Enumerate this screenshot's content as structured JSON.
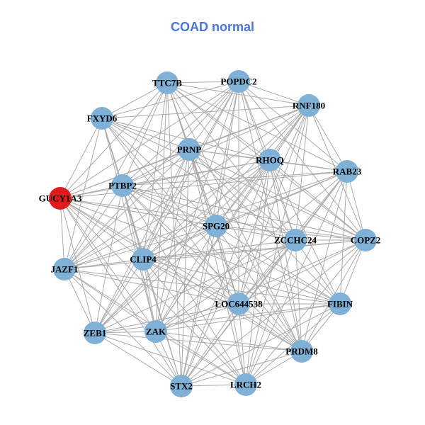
{
  "title": "COAD normal",
  "colors": {
    "title": "#4a76e2",
    "node": "#7fb0d6",
    "highlight_node": "#e01b1b",
    "edge": "#aaaaaa"
  },
  "nodes": [
    {
      "id": "TTC7B",
      "label": "TTC7B"
    },
    {
      "id": "POPDC2",
      "label": "POPDC2"
    },
    {
      "id": "RNF180",
      "label": "RNF180"
    },
    {
      "id": "FXYD6",
      "label": "FXYD6"
    },
    {
      "id": "PRNP",
      "label": "PRNP"
    },
    {
      "id": "RHOQ",
      "label": "RHOQ"
    },
    {
      "id": "RAB23",
      "label": "RAB23"
    },
    {
      "id": "PTBP2",
      "label": "PTBP2"
    },
    {
      "id": "GUCY1A3",
      "label": "GUCY1A3",
      "highlight": true
    },
    {
      "id": "SPG20",
      "label": "SPG20"
    },
    {
      "id": "ZCCHC24",
      "label": "ZCCHC24"
    },
    {
      "id": "COPZ2",
      "label": "COPZ2"
    },
    {
      "id": "CLIP4",
      "label": "CLIP4"
    },
    {
      "id": "JAZF1",
      "label": "JAZF1"
    },
    {
      "id": "LOC644538",
      "label": "LOC644538"
    },
    {
      "id": "FIBIN",
      "label": "FIBIN"
    },
    {
      "id": "ZEB1",
      "label": "ZEB1"
    },
    {
      "id": "ZAK",
      "label": "ZAK"
    },
    {
      "id": "PRDM8",
      "label": "PRDM8"
    },
    {
      "id": "STX2",
      "label": "STX2"
    },
    {
      "id": "LRCH2",
      "label": "LRCH2"
    }
  ],
  "edges": [
    [
      "GUCY1A3",
      "TTC7B"
    ],
    [
      "GUCY1A3",
      "POPDC2"
    ],
    [
      "GUCY1A3",
      "RNF180"
    ],
    [
      "GUCY1A3",
      "FXYD6"
    ],
    [
      "GUCY1A3",
      "PRNP"
    ],
    [
      "GUCY1A3",
      "RHOQ"
    ],
    [
      "GUCY1A3",
      "RAB23"
    ],
    [
      "GUCY1A3",
      "PTBP2"
    ],
    [
      "GUCY1A3",
      "SPG20"
    ],
    [
      "GUCY1A3",
      "ZCCHC24"
    ],
    [
      "GUCY1A3",
      "COPZ2"
    ],
    [
      "GUCY1A3",
      "CLIP4"
    ],
    [
      "GUCY1A3",
      "JAZF1"
    ],
    [
      "GUCY1A3",
      "LOC644538"
    ],
    [
      "GUCY1A3",
      "FIBIN"
    ],
    [
      "GUCY1A3",
      "ZEB1"
    ],
    [
      "GUCY1A3",
      "ZAK"
    ],
    [
      "GUCY1A3",
      "PRDM8"
    ],
    [
      "GUCY1A3",
      "STX2"
    ],
    [
      "GUCY1A3",
      "LRCH2"
    ],
    [
      "TTC7B",
      "POPDC2"
    ],
    [
      "TTC7B",
      "RNF180"
    ],
    [
      "TTC7B",
      "FXYD6"
    ],
    [
      "TTC7B",
      "PRNP"
    ],
    [
      "TTC7B",
      "RHOQ"
    ],
    [
      "TTC7B",
      "RAB23"
    ],
    [
      "TTC7B",
      "PTBP2"
    ],
    [
      "TTC7B",
      "SPG20"
    ],
    [
      "TTC7B",
      "ZCCHC24"
    ],
    [
      "TTC7B",
      "COPZ2"
    ],
    [
      "TTC7B",
      "CLIP4"
    ],
    [
      "TTC7B",
      "LOC644538"
    ],
    [
      "TTC7B",
      "ZAK"
    ],
    [
      "TTC7B",
      "PRDM8"
    ],
    [
      "TTC7B",
      "STX2"
    ],
    [
      "TTC7B",
      "JAZF1"
    ],
    [
      "POPDC2",
      "RNF180"
    ],
    [
      "POPDC2",
      "FXYD6"
    ],
    [
      "POPDC2",
      "PRNP"
    ],
    [
      "POPDC2",
      "RHOQ"
    ],
    [
      "POPDC2",
      "RAB23"
    ],
    [
      "POPDC2",
      "PTBP2"
    ],
    [
      "POPDC2",
      "SPG20"
    ],
    [
      "POPDC2",
      "ZCCHC24"
    ],
    [
      "POPDC2",
      "COPZ2"
    ],
    [
      "POPDC2",
      "CLIP4"
    ],
    [
      "POPDC2",
      "JAZF1"
    ],
    [
      "POPDC2",
      "LOC644538"
    ],
    [
      "POPDC2",
      "ZEB1"
    ],
    [
      "POPDC2",
      "ZAK"
    ],
    [
      "POPDC2",
      "PRDM8"
    ],
    [
      "POPDC2",
      "STX2"
    ],
    [
      "RNF180",
      "FXYD6"
    ],
    [
      "RNF180",
      "PRNP"
    ],
    [
      "RNF180",
      "RHOQ"
    ],
    [
      "RNF180",
      "RAB23"
    ],
    [
      "RNF180",
      "PTBP2"
    ],
    [
      "RNF180",
      "SPG20"
    ],
    [
      "RNF180",
      "ZCCHC24"
    ],
    [
      "RNF180",
      "COPZ2"
    ],
    [
      "RNF180",
      "CLIP4"
    ],
    [
      "RNF180",
      "LOC644538"
    ],
    [
      "RNF180",
      "ZEB1"
    ],
    [
      "RNF180",
      "ZAK"
    ],
    [
      "RNF180",
      "STX2"
    ],
    [
      "RNF180",
      "LRCH2"
    ],
    [
      "RNF180",
      "JAZF1"
    ],
    [
      "FXYD6",
      "PRNP"
    ],
    [
      "FXYD6",
      "RHOQ"
    ],
    [
      "FXYD6",
      "PTBP2"
    ],
    [
      "FXYD6",
      "SPG20"
    ],
    [
      "FXYD6",
      "ZCCHC24"
    ],
    [
      "FXYD6",
      "CLIP4"
    ],
    [
      "FXYD6",
      "LOC644538"
    ],
    [
      "FXYD6",
      "PRDM8"
    ],
    [
      "FXYD6",
      "ZAK"
    ],
    [
      "FXYD6",
      "COPZ2"
    ],
    [
      "FXYD6",
      "JAZF1"
    ],
    [
      "PRNP",
      "RHOQ"
    ],
    [
      "PRNP",
      "RAB23"
    ],
    [
      "PRNP",
      "PTBP2"
    ],
    [
      "PRNP",
      "SPG20"
    ],
    [
      "PRNP",
      "ZCCHC24"
    ],
    [
      "PRNP",
      "COPZ2"
    ],
    [
      "PRNP",
      "CLIP4"
    ],
    [
      "PRNP",
      "JAZF1"
    ],
    [
      "PRNP",
      "LOC644538"
    ],
    [
      "PRNP",
      "FIBIN"
    ],
    [
      "PRNP",
      "ZEB1"
    ],
    [
      "PRNP",
      "ZAK"
    ],
    [
      "PRNP",
      "PRDM8"
    ],
    [
      "PRNP",
      "STX2"
    ],
    [
      "PRNP",
      "LRCH2"
    ],
    [
      "RHOQ",
      "RAB23"
    ],
    [
      "RHOQ",
      "PTBP2"
    ],
    [
      "RHOQ",
      "SPG20"
    ],
    [
      "RHOQ",
      "ZCCHC24"
    ],
    [
      "RHOQ",
      "COPZ2"
    ],
    [
      "RHOQ",
      "CLIP4"
    ],
    [
      "RHOQ",
      "JAZF1"
    ],
    [
      "RHOQ",
      "LOC644538"
    ],
    [
      "RHOQ",
      "FIBIN"
    ],
    [
      "RHOQ",
      "ZEB1"
    ],
    [
      "RHOQ",
      "ZAK"
    ],
    [
      "RHOQ",
      "PRDM8"
    ],
    [
      "RHOQ",
      "STX2"
    ],
    [
      "RHOQ",
      "LRCH2"
    ],
    [
      "RAB23",
      "PTBP2"
    ],
    [
      "RAB23",
      "SPG20"
    ],
    [
      "RAB23",
      "ZCCHC24"
    ],
    [
      "RAB23",
      "COPZ2"
    ],
    [
      "RAB23",
      "CLIP4"
    ],
    [
      "RAB23",
      "LOC644538"
    ],
    [
      "RAB23",
      "FIBIN"
    ],
    [
      "RAB23",
      "ZAK"
    ],
    [
      "RAB23",
      "PRDM8"
    ],
    [
      "RAB23",
      "STX2"
    ],
    [
      "RAB23",
      "LRCH2"
    ],
    [
      "RAB23",
      "JAZF1"
    ],
    [
      "PTBP2",
      "SPG20"
    ],
    [
      "PTBP2",
      "ZCCHC24"
    ],
    [
      "PTBP2",
      "COPZ2"
    ],
    [
      "PTBP2",
      "CLIP4"
    ],
    [
      "PTBP2",
      "JAZF1"
    ],
    [
      "PTBP2",
      "LOC644538"
    ],
    [
      "PTBP2",
      "ZEB1"
    ],
    [
      "PTBP2",
      "ZAK"
    ],
    [
      "PTBP2",
      "PRDM8"
    ],
    [
      "PTBP2",
      "STX2"
    ],
    [
      "PTBP2",
      "LRCH2"
    ],
    [
      "PTBP2",
      "FIBIN"
    ],
    [
      "SPG20",
      "ZCCHC24"
    ],
    [
      "SPG20",
      "COPZ2"
    ],
    [
      "SPG20",
      "CLIP4"
    ],
    [
      "SPG20",
      "JAZF1"
    ],
    [
      "SPG20",
      "LOC644538"
    ],
    [
      "SPG20",
      "FIBIN"
    ],
    [
      "SPG20",
      "ZEB1"
    ],
    [
      "SPG20",
      "ZAK"
    ],
    [
      "SPG20",
      "PRDM8"
    ],
    [
      "SPG20",
      "STX2"
    ],
    [
      "SPG20",
      "LRCH2"
    ],
    [
      "ZCCHC24",
      "COPZ2"
    ],
    [
      "ZCCHC24",
      "CLIP4"
    ],
    [
      "ZCCHC24",
      "JAZF1"
    ],
    [
      "ZCCHC24",
      "LOC644538"
    ],
    [
      "ZCCHC24",
      "FIBIN"
    ],
    [
      "ZCCHC24",
      "ZEB1"
    ],
    [
      "ZCCHC24",
      "ZAK"
    ],
    [
      "ZCCHC24",
      "PRDM8"
    ],
    [
      "ZCCHC24",
      "STX2"
    ],
    [
      "ZCCHC24",
      "LRCH2"
    ],
    [
      "COPZ2",
      "CLIP4"
    ],
    [
      "COPZ2",
      "LOC644538"
    ],
    [
      "COPZ2",
      "FIBIN"
    ],
    [
      "COPZ2",
      "ZAK"
    ],
    [
      "COPZ2",
      "PRDM8"
    ],
    [
      "COPZ2",
      "STX2"
    ],
    [
      "COPZ2",
      "LRCH2"
    ],
    [
      "COPZ2",
      "JAZF1"
    ],
    [
      "CLIP4",
      "JAZF1"
    ],
    [
      "CLIP4",
      "LOC644538"
    ],
    [
      "CLIP4",
      "FIBIN"
    ],
    [
      "CLIP4",
      "ZEB1"
    ],
    [
      "CLIP4",
      "ZAK"
    ],
    [
      "CLIP4",
      "PRDM8"
    ],
    [
      "CLIP4",
      "STX2"
    ],
    [
      "CLIP4",
      "LRCH2"
    ],
    [
      "JAZF1",
      "LOC644538"
    ],
    [
      "JAZF1",
      "ZEB1"
    ],
    [
      "JAZF1",
      "ZAK"
    ],
    [
      "JAZF1",
      "STX2"
    ],
    [
      "JAZF1",
      "LRCH2"
    ],
    [
      "JAZF1",
      "FIBIN"
    ],
    [
      "LOC644538",
      "FIBIN"
    ],
    [
      "LOC644538",
      "ZEB1"
    ],
    [
      "LOC644538",
      "ZAK"
    ],
    [
      "LOC644538",
      "PRDM8"
    ],
    [
      "LOC644538",
      "STX2"
    ],
    [
      "LOC644538",
      "LRCH2"
    ],
    [
      "FIBIN",
      "ZAK"
    ],
    [
      "FIBIN",
      "PRDM8"
    ],
    [
      "FIBIN",
      "STX2"
    ],
    [
      "FIBIN",
      "LRCH2"
    ],
    [
      "FIBIN",
      "ZEB1"
    ],
    [
      "ZEB1",
      "ZAK"
    ],
    [
      "ZEB1",
      "STX2"
    ],
    [
      "ZEB1",
      "LRCH2"
    ],
    [
      "ZEB1",
      "PRDM8"
    ],
    [
      "ZAK",
      "STX2"
    ],
    [
      "ZAK",
      "LRCH2"
    ],
    [
      "ZAK",
      "PRDM8"
    ],
    [
      "PRDM8",
      "LRCH2"
    ],
    [
      "PRDM8",
      "STX2"
    ],
    [
      "STX2",
      "LRCH2"
    ]
  ]
}
